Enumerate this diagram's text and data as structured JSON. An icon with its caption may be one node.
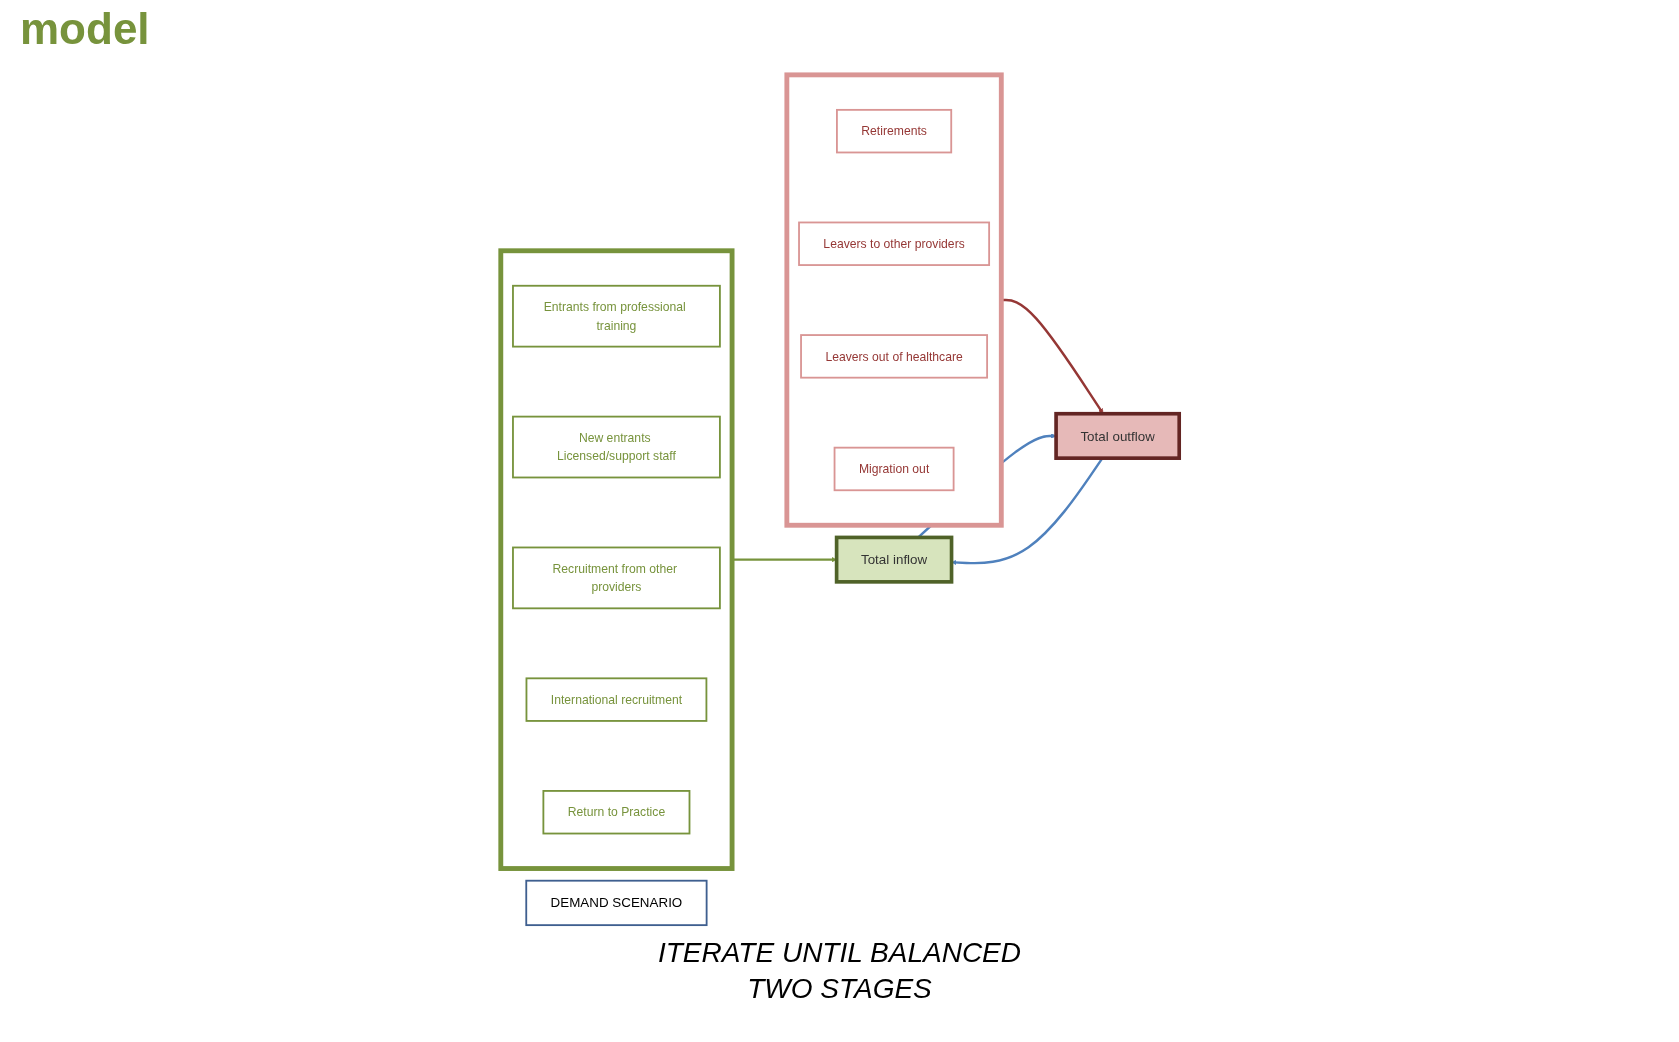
{
  "diagram": {
    "title": "model",
    "nodes": [
      {
        "text": [
          "DEMAND SCENARIO"
        ]
      },
      {
        "text": [],
        "shape": "box"
      },
      {
        "text": [
          "Retirements"
        ],
        "in": 1
      },
      {
        "text": [
          "Leavers to other providers"
        ],
        "in": 1
      },
      {
        "text": [
          "Leavers out of healthcare"
        ],
        "in": 1
      },
      {
        "text": [
          "Migration out"
        ],
        "in": 1
      },
      {
        "text": [
          "Total outflow"
        ]
      },
      {
        "text": [
          "Total inflow"
        ]
      },
      {
        "text": [],
        "shape": "box"
      },
      {
        "text": [
          "Entrants from professional training"
        ],
        "in": 8
      },
      {
        "text": [
          "New entrants Licensed/support staff"
        ],
        "in": 8
      },
      {
        "text": [
          "Recruitment from other providers"
        ],
        "in": 8
      },
      {
        "text": [
          "International recruitment"
        ],
        "in": 8
      },
      {
        "text": [
          "Return to Practice"
        ],
        "in": 8
      }
    ],
    "edges": [
      {
        "from": 1,
        "to": 6,
        "arrow": "to",
        "color": "#953735"
      },
      {
        "from": 6,
        "to": 7,
        "arrow": "to"
      },
      {
        "from": 7,
        "to": 6,
        "arrow": "to"
      },
      {
        "from": 8,
        "to": 7,
        "arrow": "to",
        "color": "#77933c"
      }
    ],
    "labels": [
      "ITERATE UNTIL BALANCED",
      "TWO STAGES"
    ]
  }
}
